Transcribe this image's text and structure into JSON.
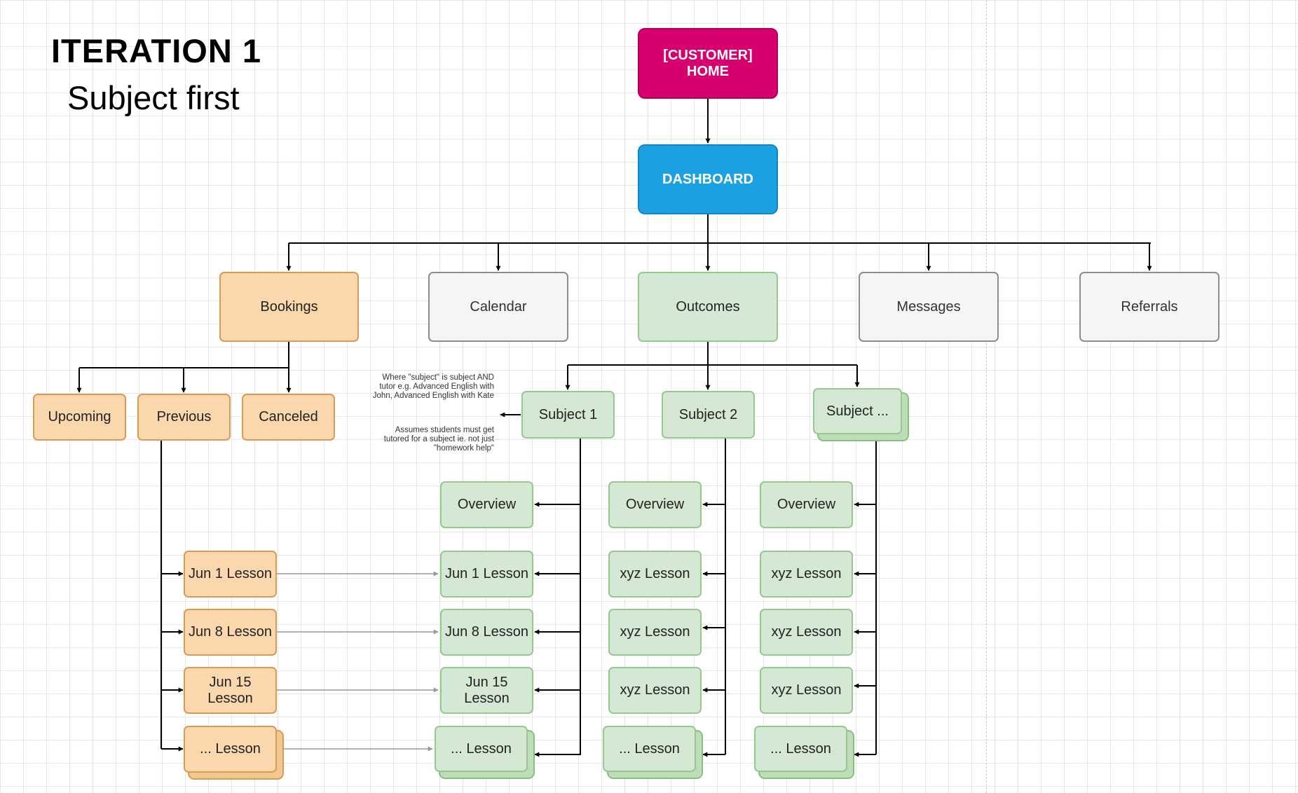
{
  "title": {
    "heading": "ITERATION 1",
    "subheading": "Subject first"
  },
  "colors": {
    "home": "#d6006e",
    "dashboard": "#1ba1e2",
    "bookings": "#fad7ac",
    "outcomes": "#d5e8d4",
    "neutral": "#f5f5f5"
  },
  "nodes": {
    "home": "[CUSTOMER] HOME",
    "dashboard": "DASHBOARD",
    "bookings": "Bookings",
    "calendar": "Calendar",
    "outcomes": "Outcomes",
    "messages": "Messages",
    "referrals": "Referrals",
    "upcoming": "Upcoming",
    "previous": "Previous",
    "canceled": "Canceled",
    "subject1": "Subject 1",
    "subject2": "Subject 2",
    "subject3": "Subject ...",
    "booking_lessons": [
      "Jun 1 Lesson",
      "Jun 8 Lesson",
      "Jun 15 Lesson",
      "... Lesson"
    ],
    "subject1_items": [
      "Overview",
      "Jun 1 Lesson",
      "Jun 8 Lesson",
      "Jun 15 Lesson",
      "... Lesson"
    ],
    "subject2_items": [
      "Overview",
      "xyz Lesson",
      "xyz Lesson",
      "xyz Lesson",
      "... Lesson"
    ],
    "subject3_items": [
      "Overview",
      "xyz Lesson",
      "xyz Lesson",
      "xyz Lesson",
      "... Lesson"
    ]
  },
  "notes": {
    "subject_definition": "Where \"subject\" is subject AND tutor e.g. Advanced English with John, Advanced English with Kate",
    "assumption": "Assumes students must get tutored for a subject ie. not just \"homework help\""
  }
}
